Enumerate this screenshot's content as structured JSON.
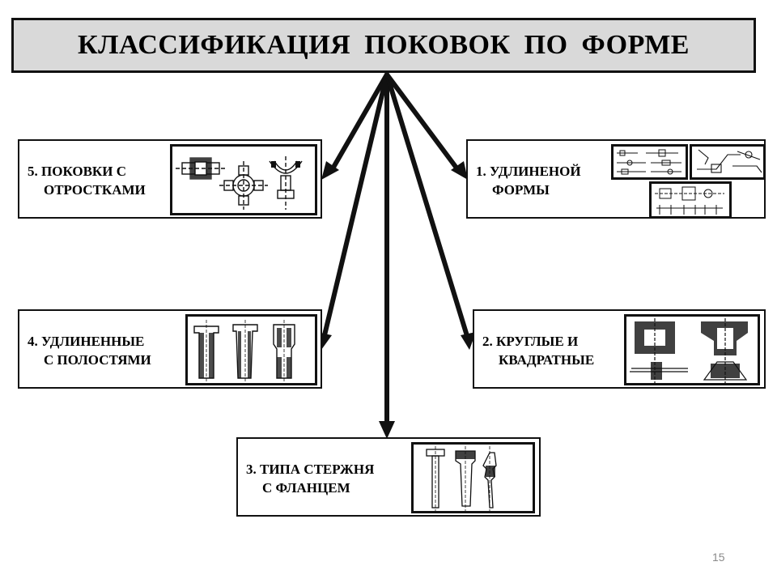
{
  "title": "КЛАССИФИКАЦИЯ  ПОКОВОК  ПО  ФОРМЕ",
  "categories": [
    {
      "number": "1.",
      "line1": "УДЛИНЕНОЙ",
      "line2": "ФОРМЫ"
    },
    {
      "number": "2.",
      "line1": "КРУГЛЫЕ   И",
      "line2": "КВАДРАТНЫЕ"
    },
    {
      "number": "3.",
      "line1": "ТИПА СТЕРЖНЯ",
      "line2": "С ФЛАНЦЕМ"
    },
    {
      "number": "4.",
      "line1": "УДЛИНЕННЫЕ",
      "line2": "С ПОЛОСТЯМИ"
    },
    {
      "number": "5.",
      "line1": "ПОКОВКИ   С",
      "line2": "ОТРОСТКАМИ"
    }
  ],
  "page_number": "15",
  "colors": {
    "title_fill": "#d9d9d9",
    "line": "#111111"
  }
}
